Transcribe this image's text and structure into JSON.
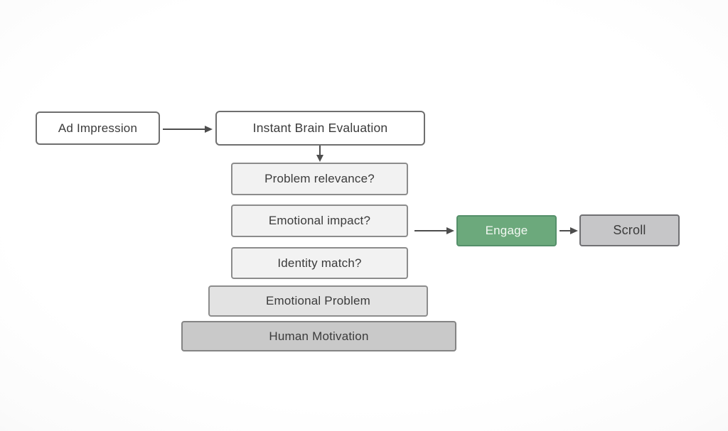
{
  "diagram": {
    "nodes": {
      "ad_impression": {
        "label": "Ad Impression"
      },
      "instant_brain_eval": {
        "label": "Instant Brain Evaluation"
      },
      "problem_relevance": {
        "label": "Problem relevance?"
      },
      "emotional_impact": {
        "label": "Emotional impact?"
      },
      "identity_match": {
        "label": "Identity match?"
      },
      "emotional_problem": {
        "label": "Emotional Problem"
      },
      "human_motivation": {
        "label": "Human Motivation"
      },
      "engage": {
        "label": "Engage"
      },
      "scroll": {
        "label": "Scroll"
      }
    },
    "edges": [
      {
        "from": "ad_impression",
        "to": "instant_brain_eval",
        "direction": "right"
      },
      {
        "from": "instant_brain_eval",
        "to": "problem_relevance",
        "direction": "down"
      },
      {
        "from": "emotional_impact",
        "to": "engage",
        "direction": "right"
      },
      {
        "from": "engage",
        "to": "scroll",
        "direction": "right"
      }
    ],
    "colors": {
      "engage_green": "#6ca97c",
      "engage_border": "#55906a",
      "scroll_gray": "#c6c6c8",
      "white_box": "#ffffff",
      "question_box": "#f2f2f2",
      "emotional_problem_box": "#e3e3e3",
      "human_motivation_box": "#c9c9c9",
      "arrow": "#4d4d4d",
      "text": "#3b3b3b"
    }
  }
}
